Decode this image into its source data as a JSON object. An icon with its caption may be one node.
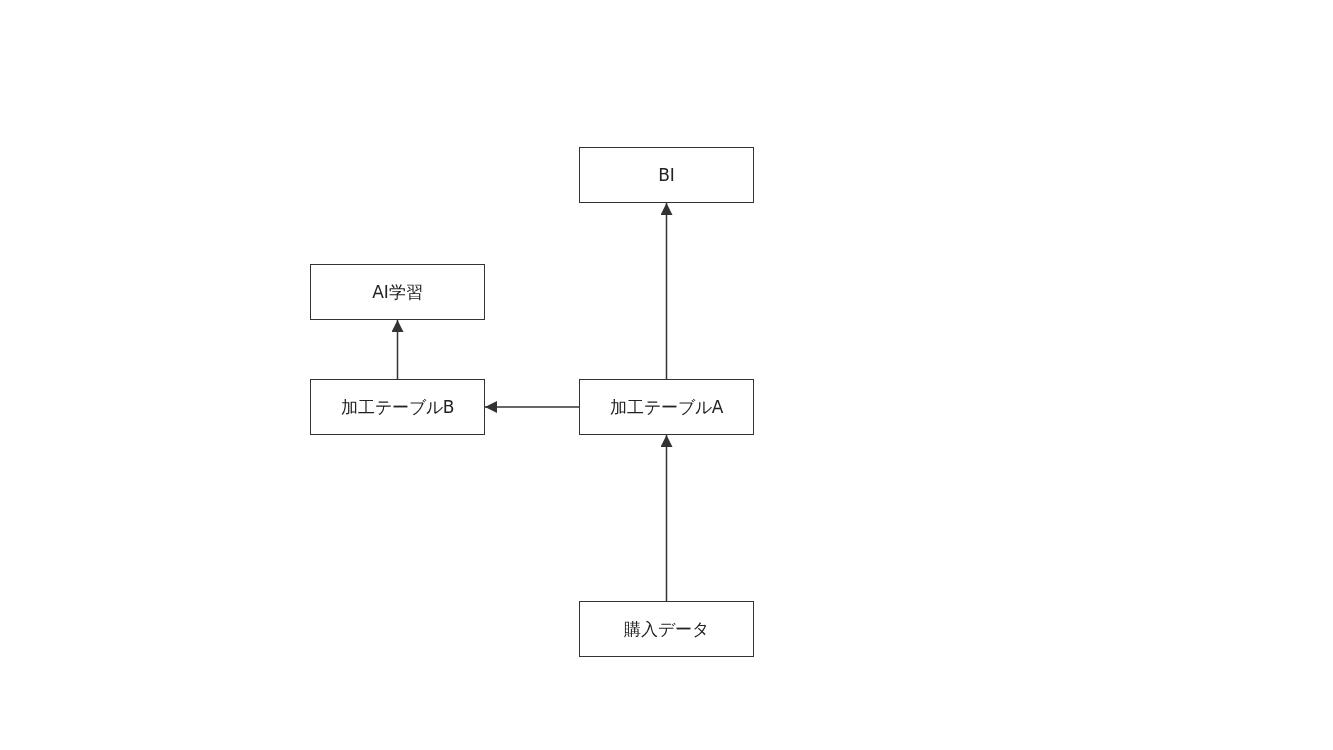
{
  "diagram": {
    "nodes": [
      {
        "text": [
          "BI"
        ]
      },
      {
        "text": [
          "AI学習"
        ]
      },
      {
        "text": [
          "加工テーブルB"
        ]
      },
      {
        "text": [
          "加工テーブルA"
        ]
      },
      {
        "text": [
          "購入データ"
        ]
      }
    ],
    "edges": [
      {
        "from": 4,
        "to": 3,
        "arrow": "to"
      },
      {
        "from": 3,
        "to": 0,
        "arrow": "to"
      },
      {
        "from": 3,
        "to": 2,
        "arrow": "to"
      },
      {
        "from": 2,
        "to": 1,
        "arrow": "to"
      }
    ]
  }
}
